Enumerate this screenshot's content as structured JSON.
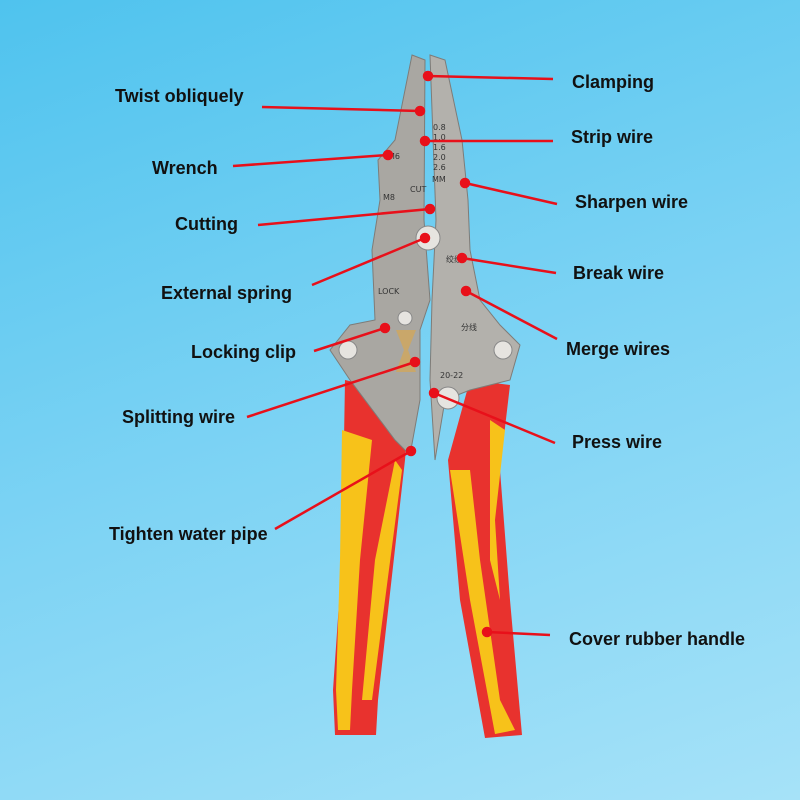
{
  "labels": {
    "twist_obliquely": "Twist obliquely",
    "clamping": "Clamping",
    "strip_wire": "Strip wire",
    "wrench": "Wrench",
    "sharpen_wire": "Sharpen wire",
    "cutting": "Cutting",
    "break_wire": "Break wire",
    "external_spring": "External spring",
    "merge_wires": "Merge wires",
    "locking_clip": "Locking clip",
    "splitting_wire": "Splitting wire",
    "press_wire": "Press wire",
    "tighten_water_pipe": "Tighten water pipe",
    "cover_rubber_handle": "Cover rubber handle"
  },
  "tool_markings": {
    "gauges": [
      "0.8",
      "1.0",
      "1.6",
      "2.0",
      "2.6"
    ],
    "unit": "MM",
    "m6": "M6",
    "m8": "M8",
    "cut": "CUT",
    "lock": "LOCK",
    "break_cn": "绞线",
    "split_cn": "分线",
    "range": "20-22"
  },
  "colors": {
    "leader": "#e8101a",
    "handle_red": "#e8322e",
    "handle_yellow": "#f7c21a",
    "steel": "#a9a7a2"
  }
}
